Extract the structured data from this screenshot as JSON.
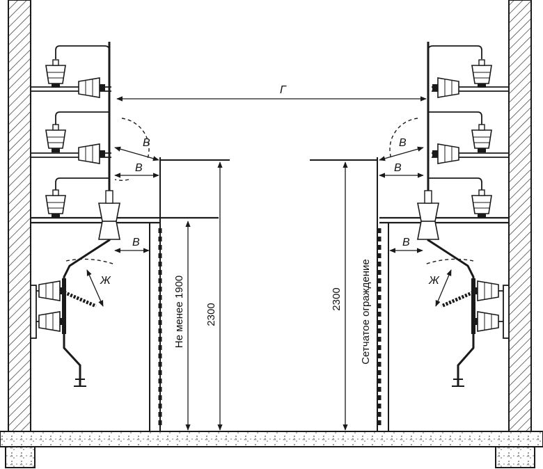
{
  "labels": {
    "g": "Г",
    "v": "В",
    "zh": "Ж"
  },
  "dimensions": {
    "height_2300": "2300",
    "min_1900": "Не менее 1900"
  },
  "notes": {
    "mesh_fence": "Сетчатое ограждение"
  },
  "colors": {
    "line": "#1a1a1a",
    "background": "#ffffff",
    "hatch": "#333333"
  }
}
